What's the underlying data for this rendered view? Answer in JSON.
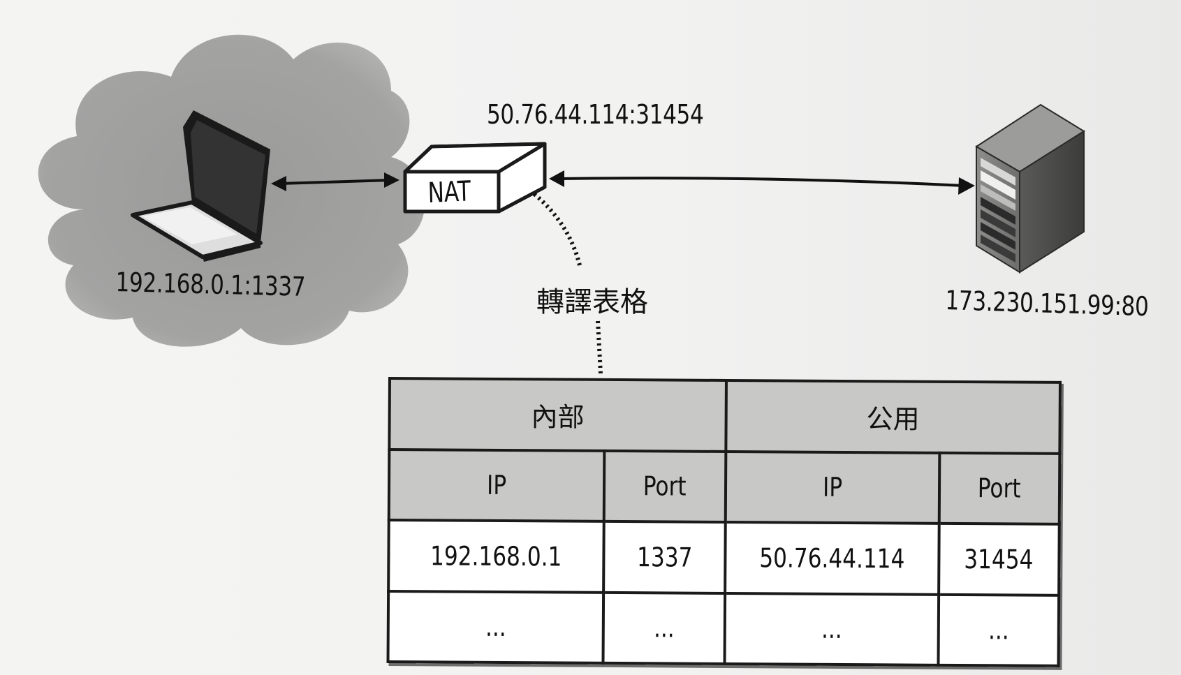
{
  "diagram": {
    "client_address": "192.168.0.1:1337",
    "nat_public_address": "50.76.44.114:31454",
    "nat_label": "NAT",
    "translation_table_label": "轉譯表格",
    "server_address": "173.230.151.99:80"
  },
  "table": {
    "group_headers": [
      "內部",
      "公用"
    ],
    "sub_headers": [
      "IP",
      "Port",
      "IP",
      "Port"
    ],
    "rows": [
      [
        "192.168.0.1",
        "1337",
        "50.76.44.114",
        "31454"
      ],
      [
        "...",
        "...",
        "...",
        "..."
      ]
    ]
  },
  "icons": [
    "cloud-icon",
    "laptop-icon",
    "nat-box-icon",
    "server-icon"
  ]
}
